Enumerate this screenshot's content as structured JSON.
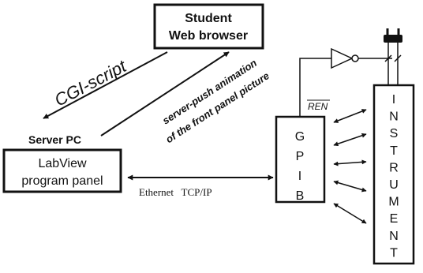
{
  "student_box": {
    "line1": "Student",
    "line2": "Web browser"
  },
  "server_caption": "Server PC",
  "labview_box": {
    "line1": "LabView",
    "line2": "program panel"
  },
  "cgi_label": "CGI-script",
  "push_label": {
    "line1": "server-push animation",
    "line2": "of the front panel picture"
  },
  "ethernet_label": "Ethernet   TCP/IP",
  "ren_label": "REN",
  "gpib_letters": [
    "G",
    "P",
    "I",
    "B"
  ],
  "instrument_letters": [
    "I",
    "N",
    "S",
    "T",
    "R",
    "U",
    "M",
    "E",
    "N",
    "T"
  ]
}
